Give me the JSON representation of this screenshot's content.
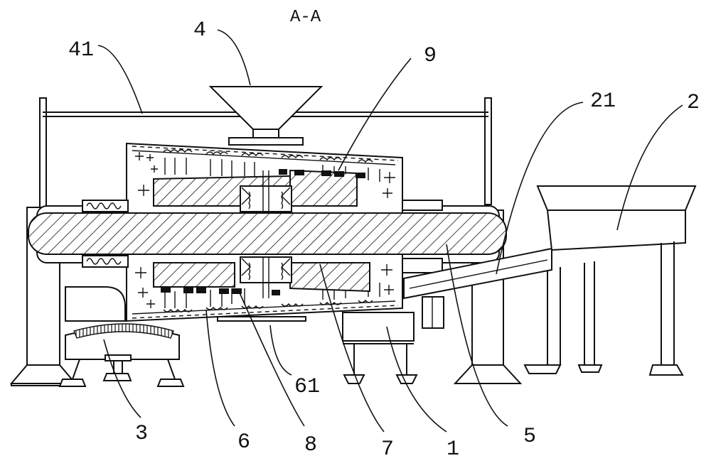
{
  "section_title": "A-A",
  "callouts": [
    {
      "id": "4",
      "text": "4"
    },
    {
      "id": "41",
      "text": "41"
    },
    {
      "id": "9",
      "text": "9"
    },
    {
      "id": "21",
      "text": "21"
    },
    {
      "id": "2",
      "text": "2"
    },
    {
      "id": "61",
      "text": "61"
    },
    {
      "id": "3",
      "text": "3"
    },
    {
      "id": "6",
      "text": "6"
    },
    {
      "id": "8",
      "text": "8"
    },
    {
      "id": "7",
      "text": "7"
    },
    {
      "id": "1",
      "text": "1"
    },
    {
      "id": "5",
      "text": "5"
    }
  ]
}
